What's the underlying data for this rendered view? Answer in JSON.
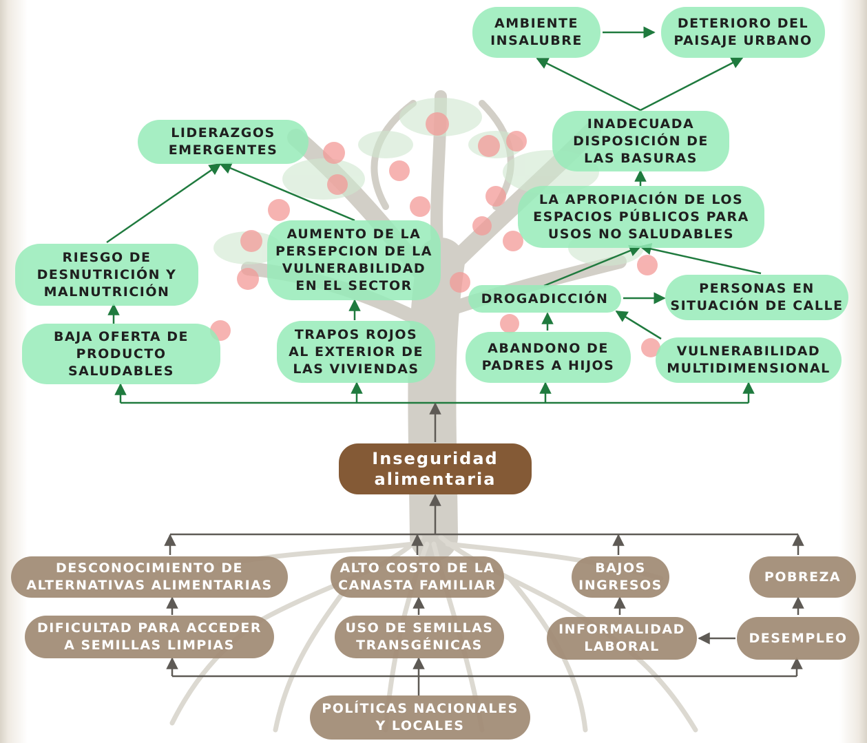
{
  "colors": {
    "green_node": "#96ebb9",
    "brown_node": "#a08a73",
    "core_node": "#845a36",
    "green_arrow": "#1f7a3e",
    "brown_arrow": "#5e5a55",
    "tree_trunk": "#c9c6bd",
    "apple": "#f08a8a"
  },
  "core": {
    "label": "Inseguridad\nalimentaria"
  },
  "effects": {
    "ambiente": "AMBIENTE\nINSALUBRE",
    "deterioro": "DETERIORO DEL\nPAISAJE URBANO",
    "basuras": "INADECUADA\nDISPOSICIÓN DE\nLAS BASURAS",
    "liderazgos": "LIDERAZGOS\nEMERGENTES",
    "apropiacion": "LA APROPIACIÓN DE LOS\nESPACIOS PÚBLICOS PARA\nUSOS NO SALUDABLES",
    "riesgo": "RIESGO DE\nDESNUTRICIÓN Y\nMALNUTRICIÓN",
    "aumento": "AUMENTO DE LA\nPERSEPCION DE LA\nVULNERABILIDAD\nEN EL SECTOR",
    "drogadiccion": "DROGADICCIÓN",
    "personas": "PERSONAS EN\nSITUACIÓN DE CALLE",
    "baja_oferta": "BAJA OFERTA DE\nPRODUCTO\nSALUDABLES",
    "trapos": "TRAPOS ROJOS\nAL EXTERIOR DE\nLAS VIVIENDAS",
    "abandono": "ABANDONO DE\nPADRES A HIJOS",
    "vulnerabilidad": "VULNERABILIDAD\nMULTIDIMENSIONAL"
  },
  "causes": {
    "desconocimiento": "DESCONOCIMIENTO DE\nALTERNATIVAS ALIMENTARIAS",
    "alto_costo": "ALTO COSTO DE LA\nCANASTA FAMILIAR",
    "bajos": "BAJOS\nINGRESOS",
    "pobreza": "POBREZA",
    "dificultad": "DIFICULTAD PARA ACCEDER\nA SEMILLAS LIMPIAS",
    "semillas": "USO DE SEMILLAS\nTRANSGÉNICAS",
    "informalidad": "INFORMALIDAD\nLABORAL",
    "desempleo": "DESEMPLEO",
    "politicas": "POLÍTICAS NACIONALES\nY LOCALES"
  }
}
